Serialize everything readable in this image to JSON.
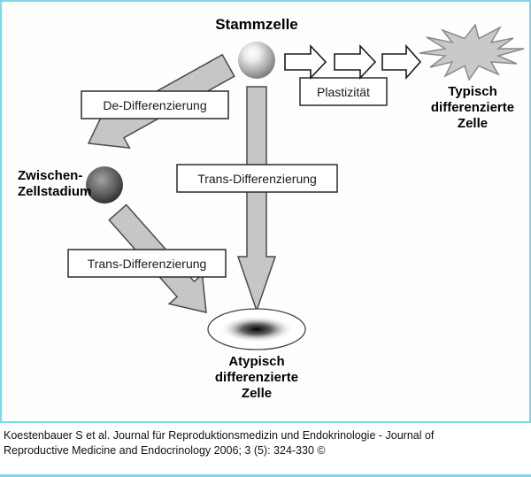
{
  "diagram": {
    "title": "Stammzelle",
    "boxes": {
      "de_differenzierung": "De-Differenzierung",
      "plastizitaet": "Plastizität",
      "trans_differenzierung_1": "Trans-Differenzierung",
      "trans_differenzierung_2": "Trans-Differenzierung"
    },
    "labels": {
      "zwischen": [
        "Zwischen-",
        "Zellstadium"
      ],
      "typisch": [
        "Typisch",
        "differenzierte",
        "Zelle"
      ],
      "atypisch": [
        "Atypisch",
        "differenzierte",
        "Zelle"
      ]
    },
    "shapes": {
      "stem_cell_sphere": "light gradient sphere",
      "intermediate_sphere": "dark gradient sphere",
      "typical_cell": "starburst",
      "atypical_cell": "ellipse with dark nucleus"
    },
    "colors": {
      "frame_border": "#7ed7ea",
      "diagram_background": "#fdfffd",
      "arrow_fill": "#c6c6c6",
      "arrow_outline": "#4a4a4a",
      "hollow_arrow_fill": "#ffffff",
      "hollow_arrow_outline": "#1a1a1a",
      "box_fill": "#ffffff",
      "box_border": "#2a2a2a",
      "starburst_fill": "#c9c9c9",
      "starburst_outline": "#8a8a8a"
    }
  },
  "citation": {
    "text": "Koestenbauer S et al. Journal für Reproduktionsmedizin und Endokrinologie - Journal of Reproductive Medicine and Endocrinology 2006; 3 (5): 324-330 ©"
  }
}
